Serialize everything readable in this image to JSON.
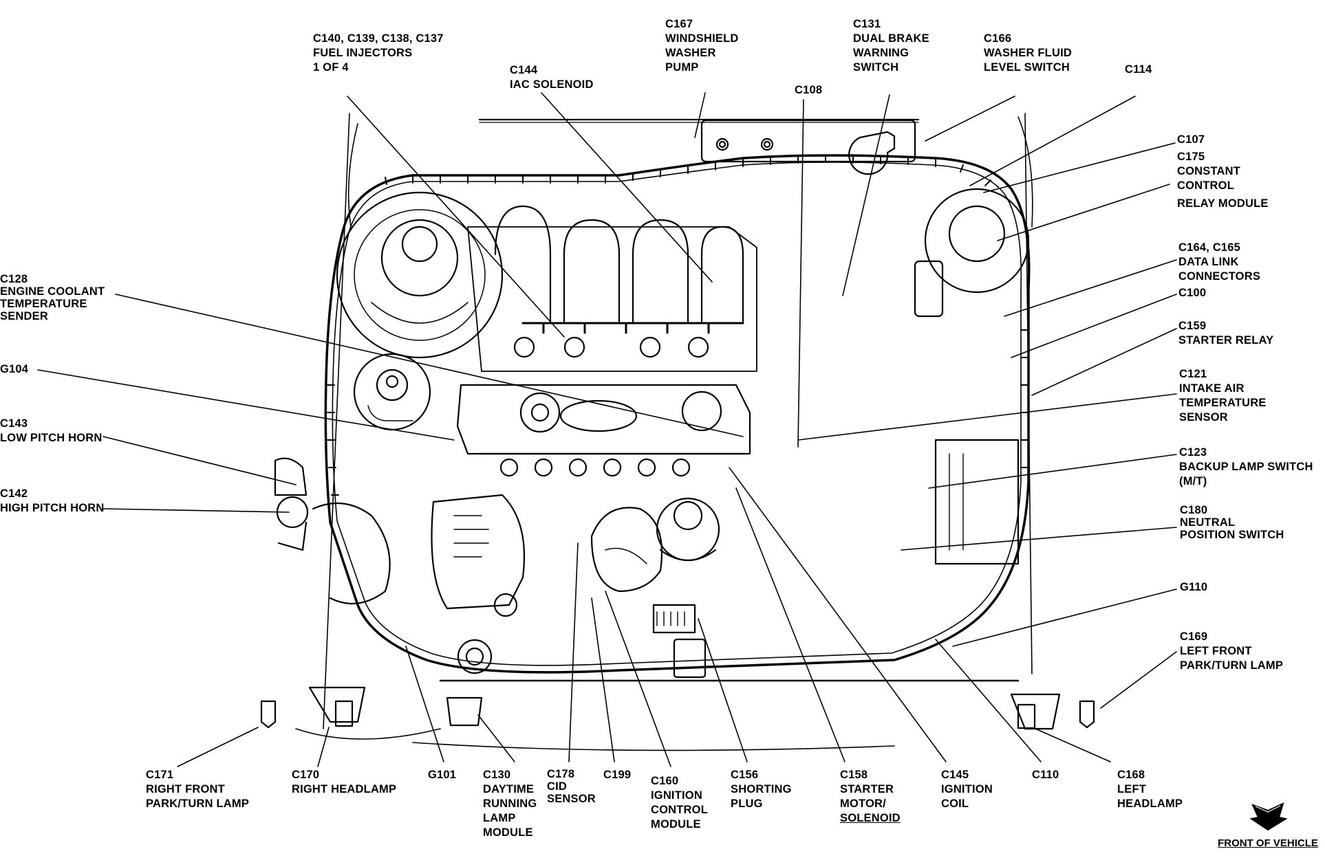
{
  "diagram": {
    "subject": "Engine compartment component and connector locations",
    "orientation_note": "FRONT OF VEHICLE",
    "labels": {
      "c140": [
        "C140, C139, C138, C137",
        "FUEL INJECTORS",
        "1 OF 4"
      ],
      "c144": [
        "C144",
        "IAC SOLENOID"
      ],
      "c167": [
        "C167",
        "WINDSHIELD",
        "WASHER",
        "PUMP"
      ],
      "c131": [
        "C131",
        "DUAL BRAKE",
        "WARNING",
        "SWITCH"
      ],
      "c108": [
        "C108"
      ],
      "c166": [
        "C166",
        "WASHER FLUID",
        "LEVEL SWITCH"
      ],
      "c114": [
        "C114"
      ],
      "c107": [
        "C107"
      ],
      "c175": [
        "C175",
        "CONSTANT",
        "CONTROL",
        "RELAY MODULE"
      ],
      "c164": [
        "C164, C165",
        "DATA LINK",
        "CONNECTORS"
      ],
      "c100": [
        "C100"
      ],
      "c159": [
        "C159",
        "STARTER RELAY"
      ],
      "c121": [
        "C121",
        "INTAKE AIR",
        "TEMPERATURE",
        "SENSOR"
      ],
      "c123": [
        "C123",
        "BACKUP LAMP SWITCH",
        "(M/T)"
      ],
      "c180": [
        "C180",
        "NEUTRAL",
        "POSITION SWITCH"
      ],
      "g110": [
        "G110"
      ],
      "c169": [
        "C169",
        "LEFT FRONT",
        "PARK/TURN LAMP"
      ],
      "c128": [
        "C128",
        "ENGINE COOLANT",
        "TEMPERATURE",
        "SENDER"
      ],
      "g104": [
        "G104"
      ],
      "c143": [
        "C143",
        "LOW PITCH HORN"
      ],
      "c142": [
        "C142",
        "HIGH PITCH HORN"
      ],
      "c171": [
        "C171",
        "RIGHT FRONT",
        "PARK/TURN LAMP"
      ],
      "c170": [
        "C170",
        "RIGHT HEADLAMP"
      ],
      "g101": [
        "G101"
      ],
      "c130": [
        "C130",
        "DAYTIME",
        "RUNNING",
        "LAMP",
        "MODULE"
      ],
      "c178": [
        "C178",
        "CID",
        "SENSOR"
      ],
      "c199": [
        "C199"
      ],
      "c160": [
        "C160",
        "IGNITION",
        "CONTROL",
        "MODULE"
      ],
      "c156": [
        "C156",
        "SHORTING",
        "PLUG"
      ],
      "c158": [
        "C158",
        "STARTER",
        "MOTOR/",
        "SOLENOID"
      ],
      "c145": [
        "C145",
        "IGNITION",
        "COIL"
      ],
      "c110": [
        "C110"
      ],
      "c168": [
        "C168",
        "LEFT",
        "HEADLAMP"
      ]
    },
    "front_of_vehicle": "FRONT OF VEHICLE",
    "colors": {
      "ink": "#000000",
      "paper": "#ffffff"
    }
  }
}
